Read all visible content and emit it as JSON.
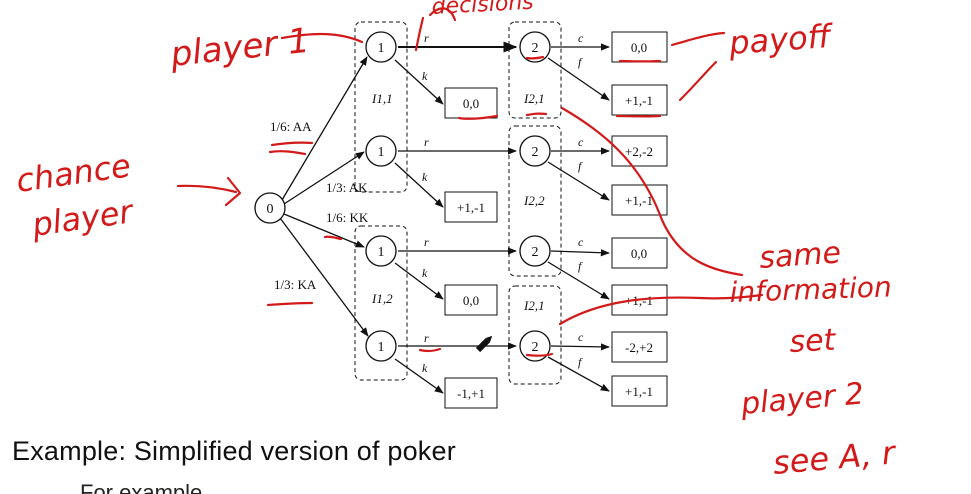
{
  "diagram": {
    "chance_node_label": "0",
    "player1_label": "1",
    "player2_label": "2",
    "chance_edges": [
      "1/6: AA",
      "1/3: AK",
      "1/6: KK",
      "1/3: KA"
    ],
    "p1_actions": [
      "r",
      "k"
    ],
    "p2_actions": [
      "c",
      "f"
    ],
    "infosets": {
      "p1": [
        "I1,1",
        "I1,2"
      ],
      "p2": [
        "I2,1",
        "I2,2",
        "I2,1"
      ]
    },
    "payoffs": {
      "k_leaves": [
        "0,0",
        "+1,-1",
        "0,0",
        "-1,+1"
      ],
      "p2_leaves": [
        "0,0",
        "+1,-1",
        "+2,-2",
        "+1,-1",
        "0,0",
        "+1,-1",
        "-2,+2",
        "+1,-1"
      ]
    }
  },
  "annotations": {
    "player1": "player 1",
    "decisions": "decisions",
    "payoff": "payoff",
    "chance": [
      "chance",
      "player"
    ],
    "same_info": [
      "same",
      "information",
      "set",
      "player 2",
      "see A, r"
    ]
  },
  "caption": "Example:  Simplified version of poker",
  "caption_partial": "For example, ..."
}
